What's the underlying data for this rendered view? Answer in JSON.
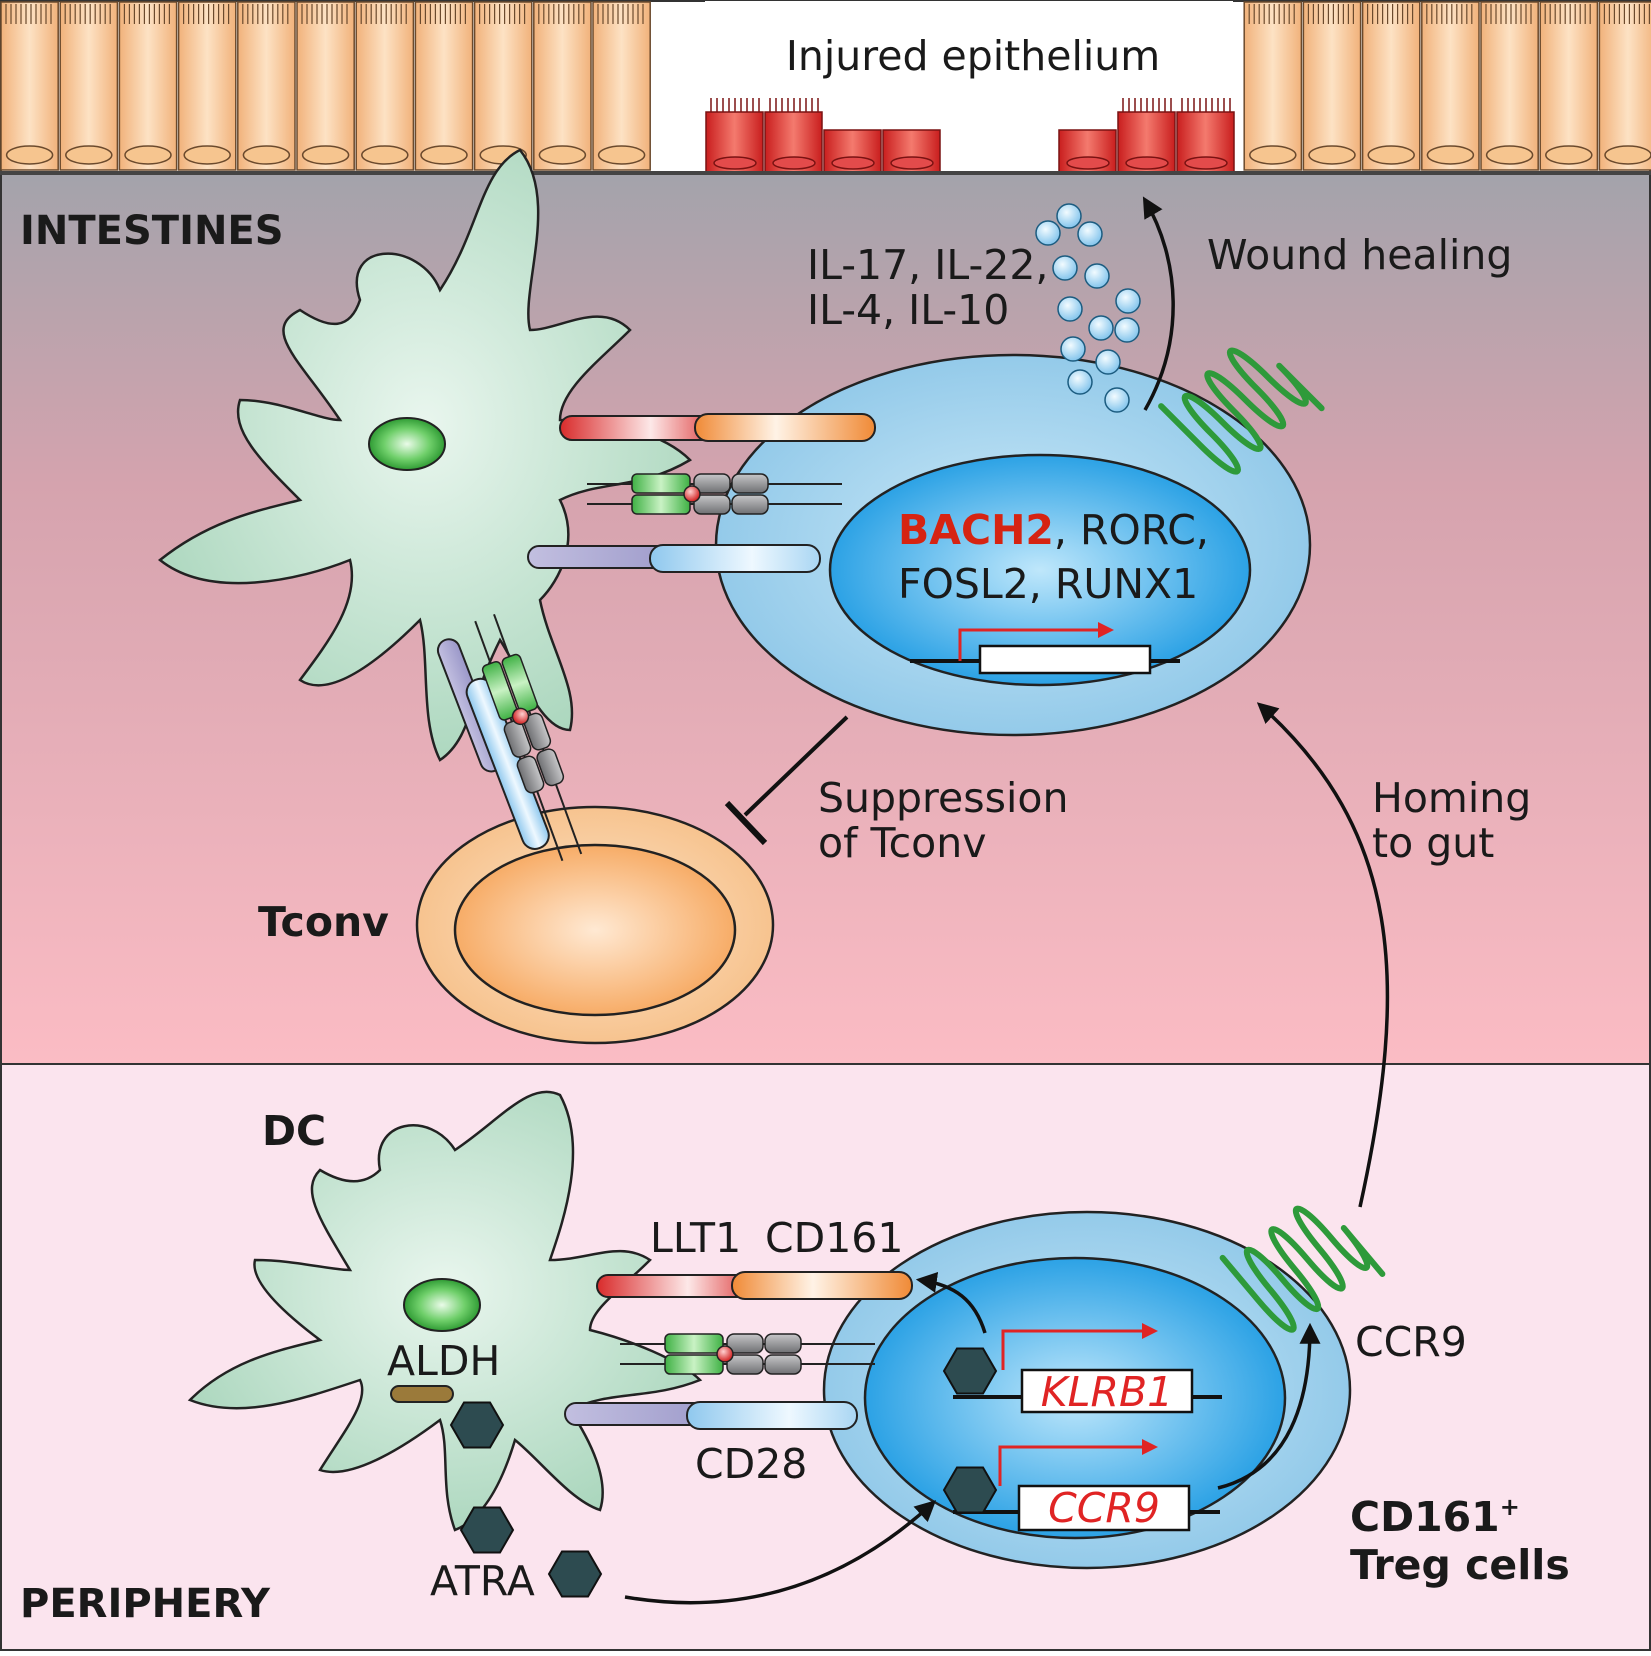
{
  "epithelium": {
    "label": "Injured epithelium"
  },
  "regions": {
    "top": "INTESTINES",
    "bottom": "PERIPHERY"
  },
  "cytokines": {
    "line1": "IL-17, IL-22,",
    "line2": "IL-4, IL-10"
  },
  "wound_healing": "Wound healing",
  "transcription_factors": {
    "highlight": "BACH2",
    "rest_line1": ", RORC,",
    "line2": "FOSL2, RUNX1"
  },
  "suppression": {
    "line1": "Suppression",
    "line2": "of Tconv"
  },
  "homing": {
    "line1": "Homing",
    "line2": "to gut"
  },
  "cells": {
    "tconv": "Tconv",
    "dc": "DC",
    "treg_line1": "CD161",
    "treg_sup": "+",
    "treg_line2": "Treg cells"
  },
  "molecules": {
    "llt1": "LLT1",
    "cd161": "CD161",
    "cd28": "CD28",
    "aldh": "ALDH",
    "atra": "ATRA",
    "ccr9": "CCR9"
  },
  "genes": {
    "klrb1": "KLRB1",
    "ccr9": "CCR9"
  },
  "colors": {
    "epithelium_cell": "#f6c79a",
    "injured_cell": "#d62f2f",
    "intestine_top": "#a5a3ab",
    "intestine_bottom": "#fbbac3",
    "periphery_bg": "#fbe5ee",
    "dc_fill": "#b7dcc5",
    "treg_outer": "#9fd0ec",
    "treg_nucleus": "#2aa7e8",
    "tconv_fill": "#f9c58f",
    "gpcr_green": "#2e9a3a",
    "arrow_red": "#e02424",
    "highlight_red": "#d62412"
  }
}
